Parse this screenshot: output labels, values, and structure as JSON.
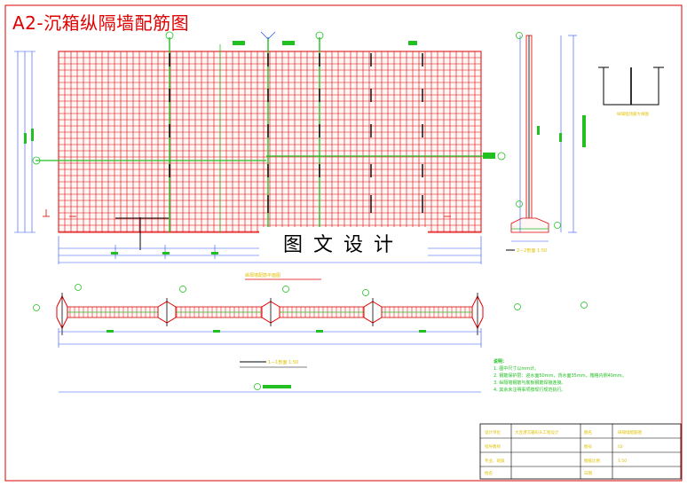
{
  "title": "A2-沉箱纵隔墙配筋图",
  "watermark": "图文设计",
  "notes": {
    "heading": "说明：",
    "items": [
      "1. 图中尺寸以mm计。",
      "2. 钢筋保护层：迎水面50mm，背水面35mm，箱格内侧40mm。",
      "3. 纵隔墙钢筋与底板钢筋焊接连接。",
      "4. 其余未注明事项按现行规范执行。"
    ]
  },
  "colors": {
    "frame": "#e00000",
    "mesh": "#e00000",
    "main_bar": "#22c022",
    "dimension": "#3050ff",
    "label": "#e0c000",
    "outline": "#000000"
  }
}
